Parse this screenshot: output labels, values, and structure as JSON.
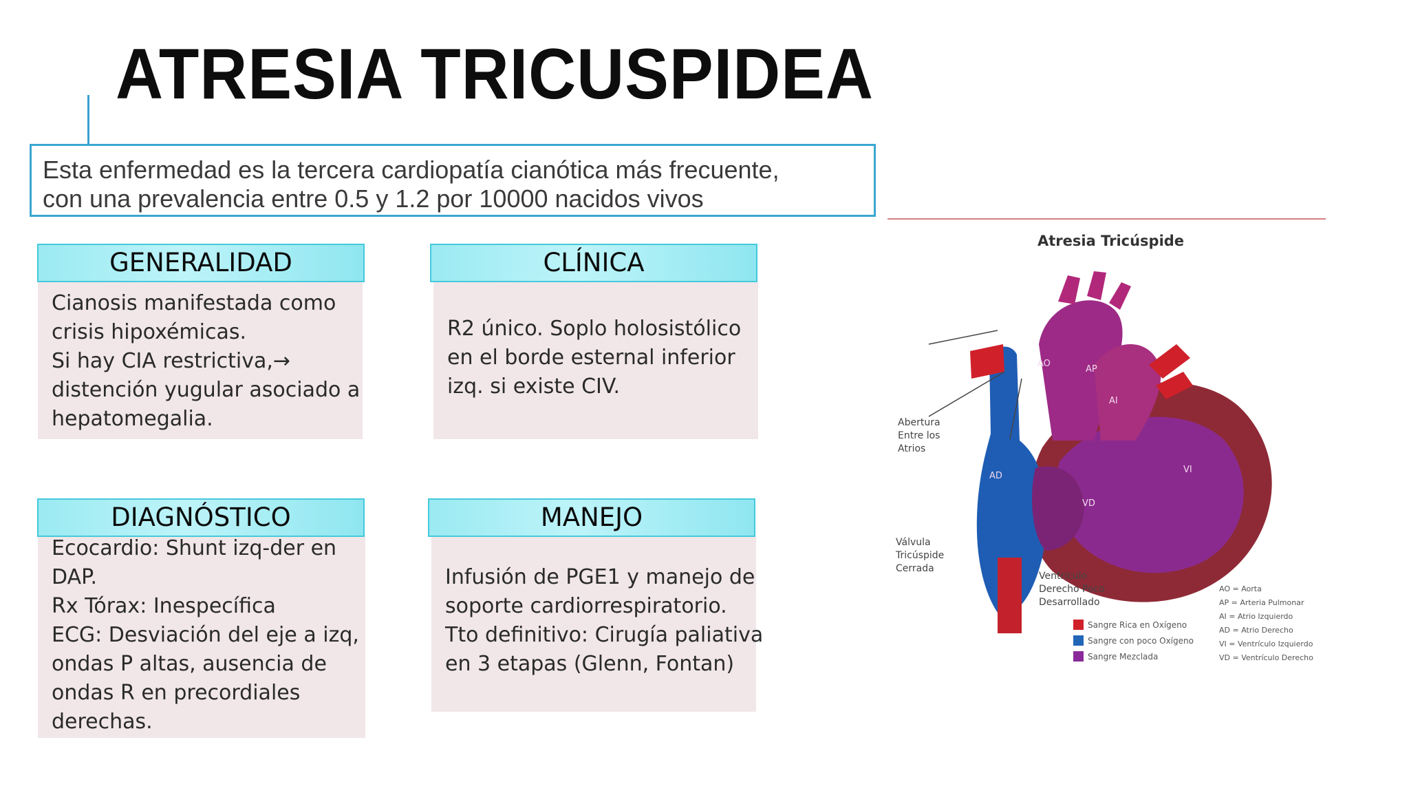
{
  "title": "ATRESIA TRICUSPIDEA",
  "intro": {
    "line1": "Esta enfermedad es la tercera cardiopatía cianótica más frecuente,",
    "line2": "con una prevalencia entre 0.5 y 1.2 por 10000 nacidos vivos"
  },
  "cards": {
    "generalidad": {
      "heading": "GENERALIDAD",
      "lines": [
        "Cianosis manifestada como",
        "crisis hipoxémicas.",
        "Si hay CIA restrictiva,→",
        "distención yugular asociado a",
        "hepatomegalia."
      ]
    },
    "clinica": {
      "heading": "CLÍNICA",
      "lines": [
        "R2 único. Soplo holosistólico",
        "en el borde esternal inferior",
        "izq. si existe CIV."
      ]
    },
    "diagnostico": {
      "heading": "DIAGNÓSTICO",
      "lines": [
        "Ecocardio: Shunt izq-der en",
        "DAP.",
        "Rx Tórax: Inespecífica",
        "ECG: Desviación del eje a izq,",
        "ondas P altas, ausencia de",
        "ondas R en precordiales",
        "derechas."
      ]
    },
    "manejo": {
      "heading": "MANEJO",
      "lines": [
        "Infusión de PGE1 y manejo de",
        "soporte cardiorrespiratorio.",
        "Tto definitivo: Cirugía paliativa",
        "en 3 etapas (Glenn, Fontan)"
      ]
    }
  },
  "diagram": {
    "title": "Atresia Tricúspide",
    "labels": {
      "abertura": [
        "Abertura",
        "Entre los",
        "Atrios"
      ],
      "valvula": [
        "Válvula",
        "Tricúspide",
        "Cerrada"
      ],
      "ventriculo": [
        "Ventrículo",
        "Derecho Poco",
        "Desarrollado"
      ]
    },
    "chamber_labels": {
      "ao": "AO",
      "ap": "AP",
      "ai": "AI",
      "vi": "VI",
      "ad": "AD",
      "vd": "VD"
    },
    "legend": [
      {
        "color": "#d0202a",
        "text": "Sangre Rica en Oxígeno"
      },
      {
        "color": "#2266b8",
        "text": "Sangre con poco Oxígeno"
      },
      {
        "color": "#8a2a9a",
        "text": "Sangre Mezclada"
      }
    ],
    "abbreviations": [
      "AO = Aorta",
      "AP = Arteria Pulmonar",
      "AI = Atrio Izquierdo",
      "AD = Atrio Derecho",
      "VI = Ventrículo Izquierdo",
      "VD = Ventrículo Derecho"
    ]
  },
  "colors": {
    "accent_blue": "#3aa6d0",
    "card_header": "#9beaf2",
    "card_body": "#f1e7e8"
  }
}
